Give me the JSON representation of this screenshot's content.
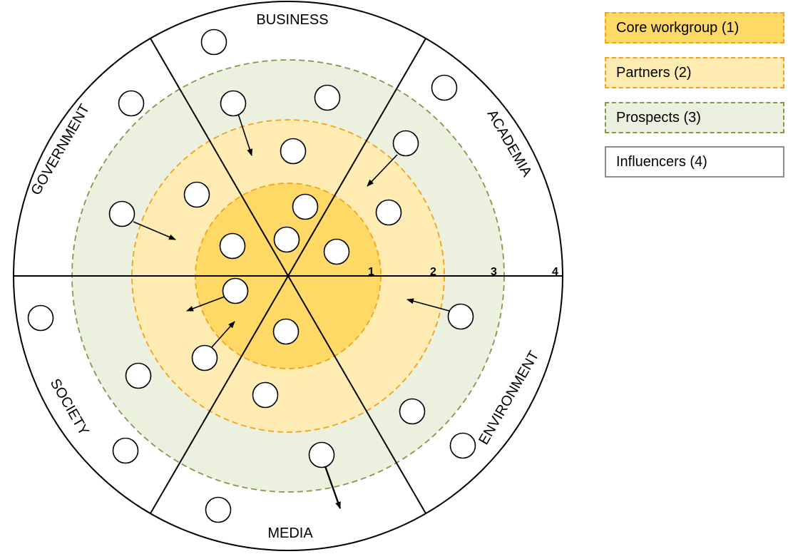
{
  "sectors": [
    "BUSINESS",
    "ACADEMIA",
    "ENVIRONMENT",
    "MEDIA",
    "SOCIETY",
    "GOVERNMENT"
  ],
  "ring_numbers": [
    "1",
    "2",
    "3",
    "4"
  ],
  "legend": [
    {
      "label": "Core workgroup (1)",
      "fill": "#ffd966",
      "border": "#f2a21b",
      "style": "dashed"
    },
    {
      "label": "Partners (2)",
      "fill": "#ffecb3",
      "border": "#f2a21b",
      "style": "dashed"
    },
    {
      "label": "Prospects (3)",
      "fill": "#ebf0df",
      "border": "#7f9a4f",
      "style": "dashed"
    },
    {
      "label": "Influencers (4)",
      "fill": "#ffffff",
      "border": "#8c8c8c",
      "style": "solid"
    }
  ],
  "colors": {
    "core": "#ffd966",
    "partners": "#ffecb3",
    "prospects": "#ebf0df",
    "influencers": "#ffffff",
    "orange_dash": "#f2a21b",
    "green_dash": "#7f9a4f"
  }
}
